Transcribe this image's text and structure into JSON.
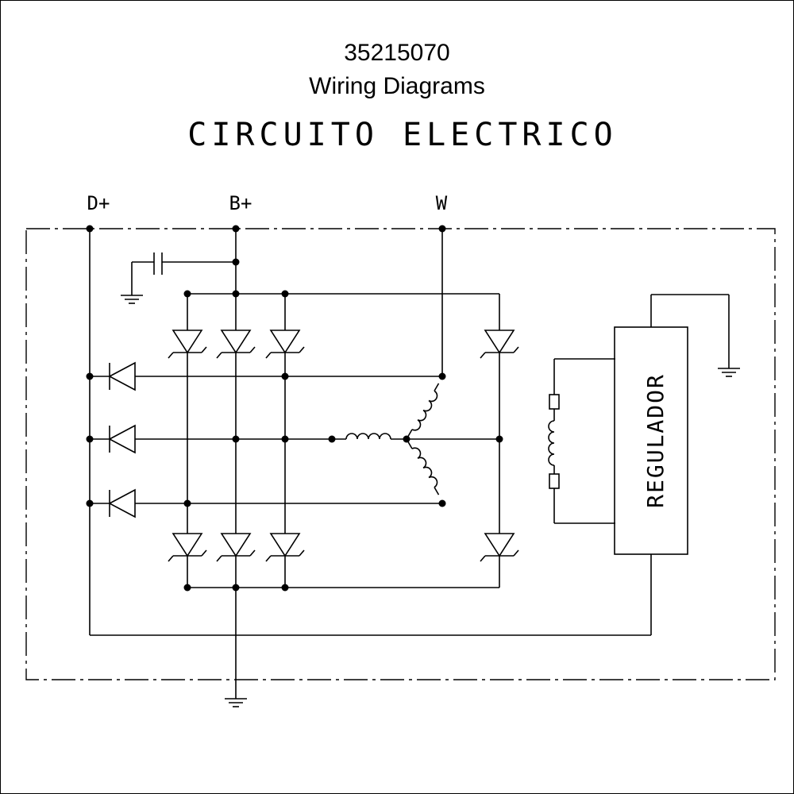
{
  "header": {
    "part_number": "35215070",
    "subtitle": "Wiring Diagrams",
    "diagram_title": "CIRCUITO ELECTRICO"
  },
  "terminals": {
    "d_plus": "D+",
    "b_plus": "B+",
    "w": "W"
  },
  "regulator": {
    "label": "REGULADOR"
  }
}
